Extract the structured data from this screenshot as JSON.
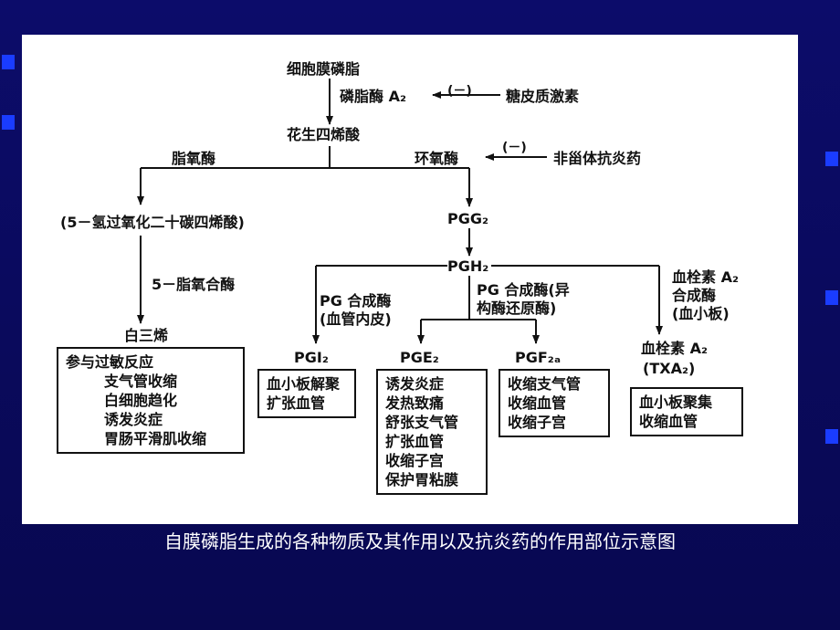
{
  "nodes": {
    "membrane": "细胞膜磷脂",
    "pla2": "磷脂酶 A₂",
    "inhibit1": "(－)",
    "glucocorticoid": "糖皮质激素",
    "arachidonic": "花生四烯酸",
    "lipoxygenase": "脂氧酶",
    "cyclooxygenase": "环氧酶",
    "inhibit2": "(－)",
    "nsaid": "非甾体抗炎药",
    "hpete": "(5－氢过氧化二十碳四烯酸)",
    "pgg2": "PGG₂",
    "lox5": "5－脂氧合酶",
    "pgh2": "PGH₂",
    "leukotriene": "白三烯",
    "pg_synthase_endo_1": "PG 合成酶",
    "pg_synthase_endo_2": "(血管内皮)",
    "pg_synthase_iso_1": "PG 合成酶(异",
    "pg_synthase_iso_2": "构酶还原酶)",
    "txa2_synthase_1": "血栓素 A₂",
    "txa2_synthase_2": "合成酶",
    "txa2_synthase_3": "(血小板)",
    "pgi2": "PGI₂",
    "pge2": "PGE₂",
    "pgf2a": "PGF₂ₐ",
    "txa2_1": "血栓素 A₂",
    "txa2_2": "(TXA₂)"
  },
  "boxes": {
    "leukotriene_effects": [
      "参与过敏反应",
      "支气管收缩",
      "白细胞趋化",
      "诱发炎症",
      "胃肠平滑肌收缩"
    ],
    "pgi2_effects": [
      "血小板解聚",
      "扩张血管"
    ],
    "pge2_effects": [
      "诱发炎症",
      "发热致痛",
      "舒张支气管",
      "扩张血管",
      "收缩子宫",
      "保护胃粘膜"
    ],
    "pgf2a_effects": [
      "收缩支气管",
      "收缩血管",
      "收缩子宫"
    ],
    "txa2_effects": [
      "血小板聚集",
      "收缩血管"
    ]
  },
  "caption": "自膜磷脂生成的各种物质及其作用以及抗炎药的作用部位示意图"
}
